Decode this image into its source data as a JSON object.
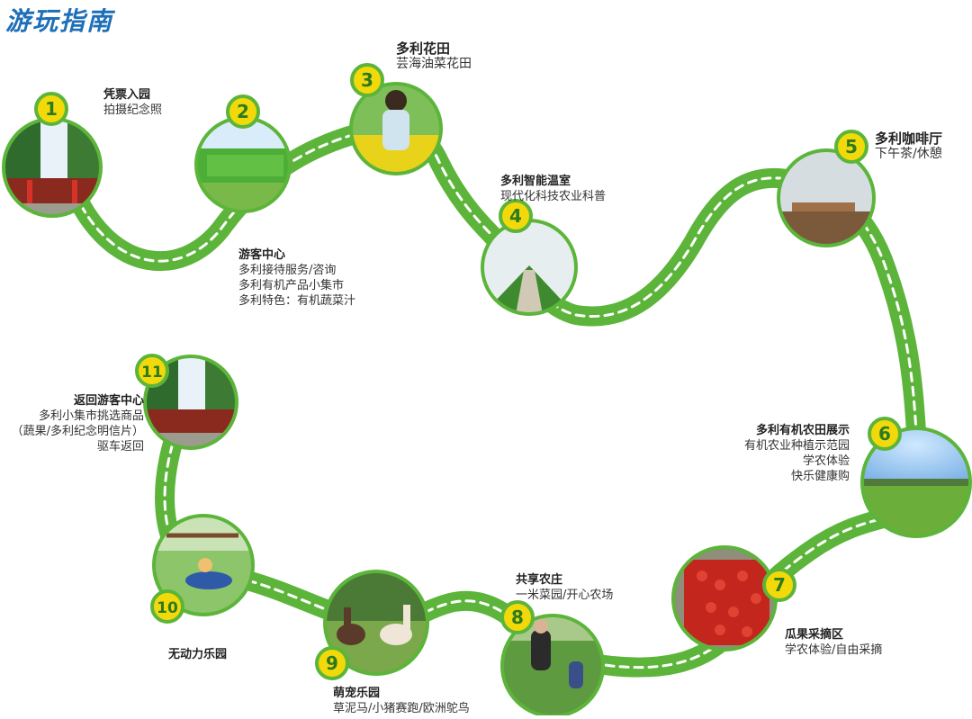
{
  "title": "游玩指南",
  "colors": {
    "path": "#5cb53a",
    "dash": "#ffffff",
    "badge_fill": "#f2d90a",
    "badge_ring": "#5cb53a",
    "title": "#1e6fb8"
  },
  "stops": [
    {
      "num": "1",
      "name": "凭票入园",
      "lines": [
        "拍摄纪念照"
      ]
    },
    {
      "num": "2",
      "name": "游客中心",
      "lines": [
        "多利接待服务/咨询",
        "多利有机产品小集市",
        "多利特色：有机蔬菜汁"
      ]
    },
    {
      "num": "3",
      "name": "多利花田",
      "lines": [
        "芸海油菜花田"
      ]
    },
    {
      "num": "4",
      "name": "多利智能温室",
      "lines": [
        "现代化科技农业科普"
      ]
    },
    {
      "num": "5",
      "name": "多利咖啡厅",
      "lines": [
        "下午茶/休憩"
      ]
    },
    {
      "num": "6",
      "name": "多利有机农田展示",
      "lines": [
        "有机农业种植示范园",
        "学农体验",
        "快乐健康购"
      ]
    },
    {
      "num": "7",
      "name": "瓜果采摘区",
      "lines": [
        "学农体验/自由采摘"
      ]
    },
    {
      "num": "8",
      "name": "共享农庄",
      "lines": [
        "一米菜园/开心农场"
      ]
    },
    {
      "num": "9",
      "name": "萌宠乐园",
      "lines": [
        "草泥马/小猪赛跑/欧洲鸵鸟"
      ]
    },
    {
      "num": "10",
      "name": "无动力乐园",
      "lines": []
    },
    {
      "num": "11",
      "name": "返回游客中心",
      "lines": [
        "多利小集市挑选商品",
        "（蔬果/多利纪念明信片）",
        "驱车返回"
      ]
    }
  ]
}
